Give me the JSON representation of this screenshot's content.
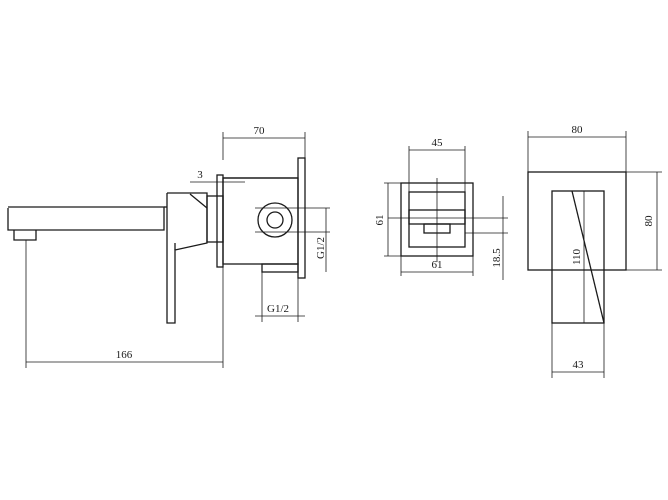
{
  "drawing": {
    "side_view": {
      "dim_width_top": "70",
      "dim_flange_gap": "3",
      "dim_thread_right": "G1/2",
      "dim_thread_bottom": "G1/2",
      "dim_spout_reach": "166"
    },
    "front_view": {
      "dim_inner_width": "45",
      "dim_height": "61",
      "dim_width": "61",
      "dim_slot_offset": "18.5"
    },
    "plate_view": {
      "dim_plate_width": "80",
      "dim_plate_height": "80",
      "dim_body_height": "110",
      "dim_body_width": "43"
    }
  }
}
